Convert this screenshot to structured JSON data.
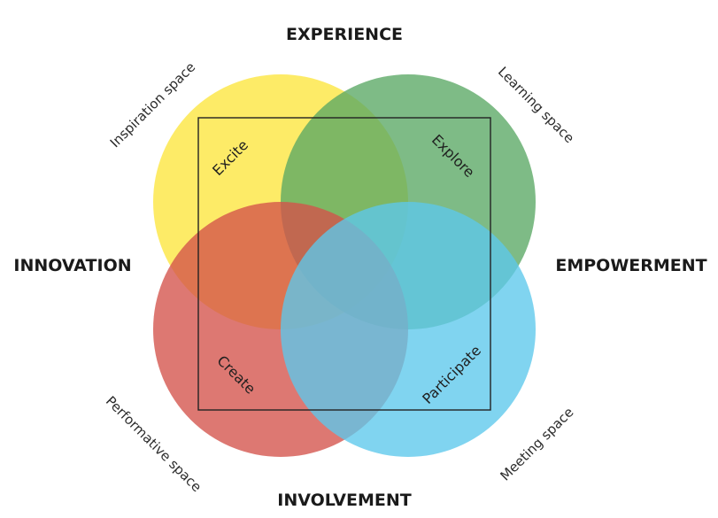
{
  "dimensions": {
    "top": "EXPERIENCE",
    "left": "INNOVATION",
    "right": "EMPOWERMENT",
    "bottom": "INVOLVEMENT"
  },
  "spaces": {
    "top_left": "Inspiration space",
    "top_right": "Learning space",
    "bottom_left": "Performative space",
    "bottom_right": "Meeting space"
  },
  "actions": {
    "excite": "Excite",
    "explore": "Explore",
    "create": "Create",
    "participate": "Participate"
  },
  "colors": {
    "yellow": "#fde74c",
    "green": "#5aa864",
    "red": "#d4524a",
    "blue": "#5cc8ec",
    "frame": "#222222"
  }
}
